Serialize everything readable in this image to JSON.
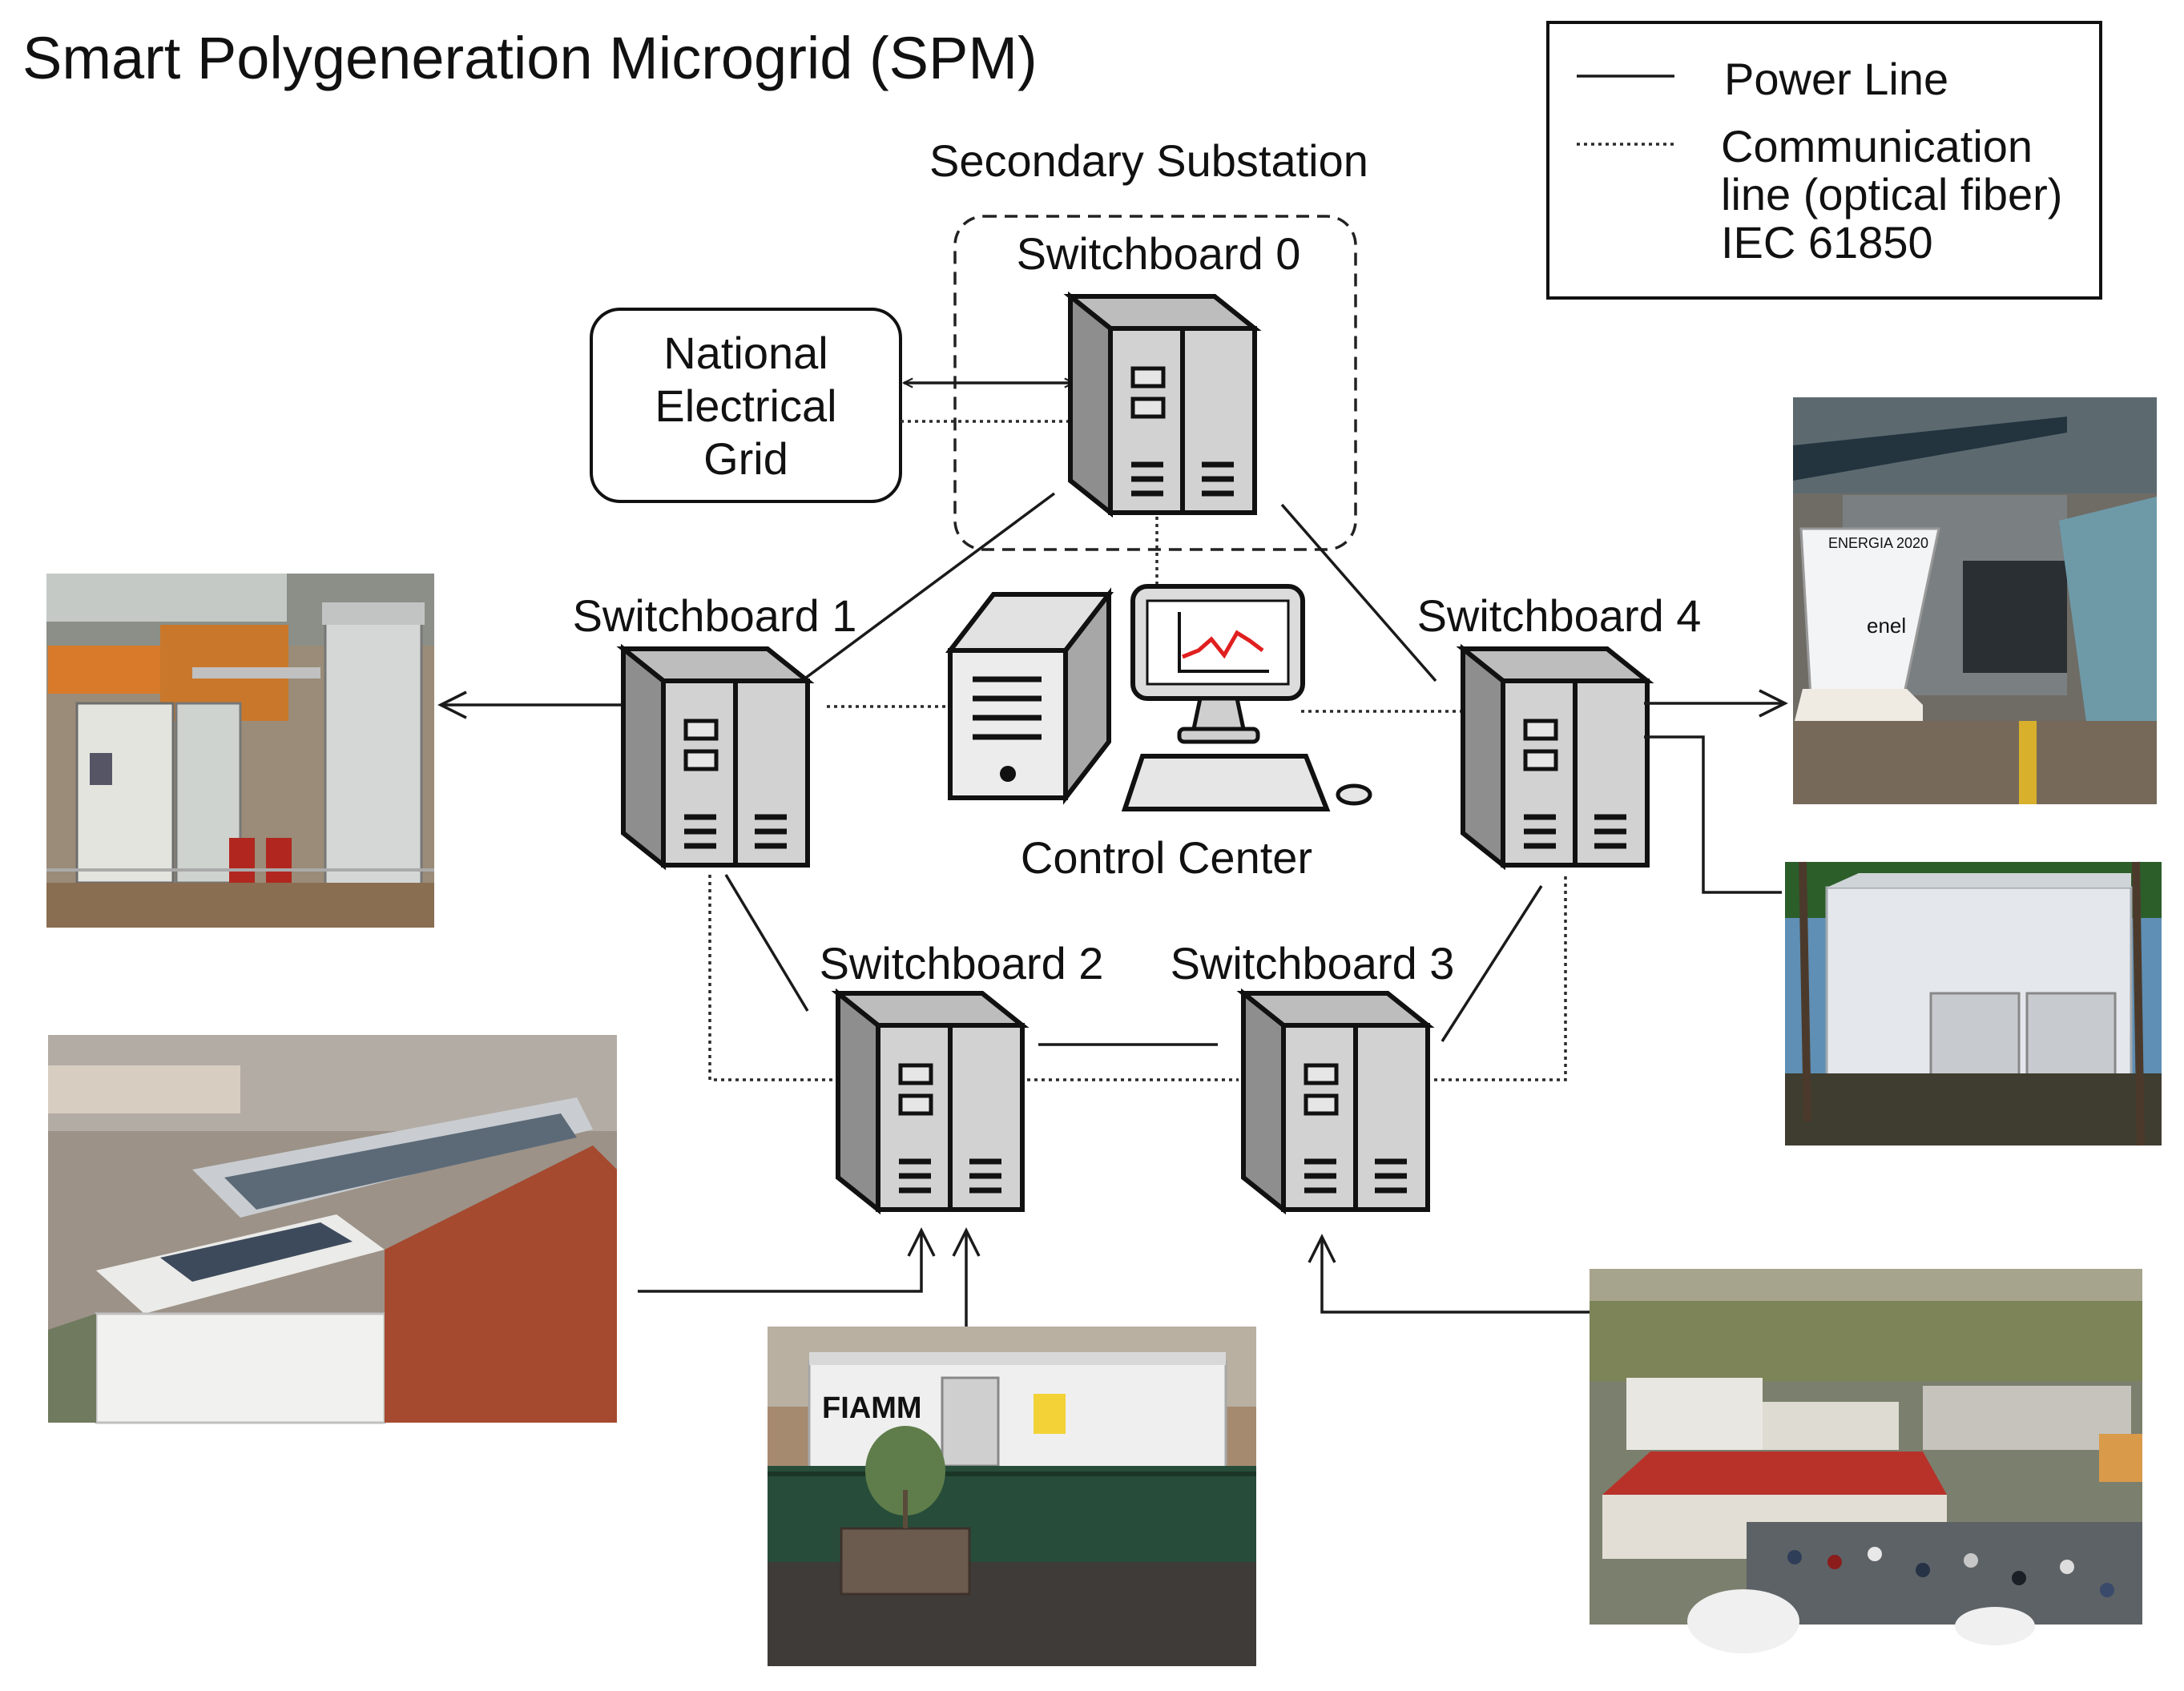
{
  "title": "Smart Polygeneration Microgrid (SPM)",
  "legend": {
    "power_line": "Power Line",
    "comm_line_1": "Communication",
    "comm_line_2": "line (optical fiber)",
    "comm_line_3": "IEC 61850"
  },
  "substation_label": "Secondary Substation",
  "grid_label": [
    "National",
    "Electrical",
    "Grid"
  ],
  "switchboards": [
    "Switchboard 0",
    "Switchboard 1",
    "Switchboard 2",
    "Switchboard 3",
    "Switchboard 4"
  ],
  "control_center": "Control Center",
  "photo_signage": {
    "sign_title": "ENERGIA 2020",
    "sign_brand": "enel"
  },
  "photo_storage": {
    "container_brand": "FIAMM"
  },
  "colors": {
    "cabinet_front": "#d2d2d2",
    "cabinet_side": "#8e8e8e",
    "monitor_plot": "#e01f1f",
    "line": "#1a1a1a"
  }
}
